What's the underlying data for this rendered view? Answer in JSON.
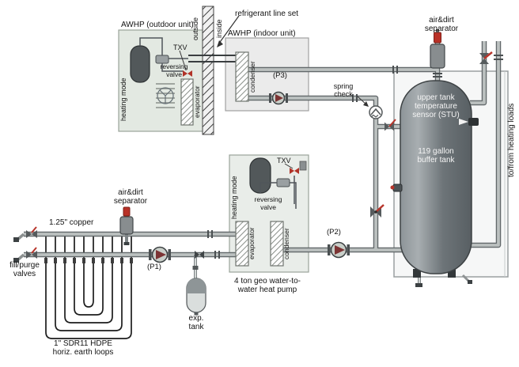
{
  "diagram": {
    "outdoor": {
      "title": "AWHP (outdoor unit)",
      "mode": "heating mode",
      "reversing_valve": "reversing valve",
      "txv": "TXV",
      "evaporator": "evaporator"
    },
    "wall": {
      "outside": "outside",
      "inside": "inside",
      "line_set": "refrigerant line set"
    },
    "indoor": {
      "title": "AWHP (indoor unit)",
      "condenser": "condenser",
      "pump": "(P3)"
    },
    "separator_top": {
      "label": "air&dirt separator"
    },
    "separator_loop": {
      "label": "air&dirt separator"
    },
    "spring_check": {
      "label": "spring check"
    },
    "tank": {
      "sensor_text": "upper tank temperature sensor (STU)",
      "capacity_text": "119 gallon buffer tank",
      "loads_label": "to/from heating loads"
    },
    "geo": {
      "title": "4 ton geo water-to-water heat pump",
      "mode": "heating mode",
      "reversing_valve": "reversing valve",
      "txv": "TXV",
      "evaporator": "evaporator",
      "condenser": "condenser",
      "pump": "(P2)"
    },
    "loop_field": {
      "pipe_label": "1.25\" copper",
      "pump": "(P1)",
      "fill_purge": "fill/purge valves",
      "exp_tank": "exp. tank",
      "loops_label": "1\" SDR11 HDPE horiz. earth loops"
    }
  },
  "colors": {
    "pipe": "#bcc1c0",
    "pipe_edge": "#62686a",
    "tank": "#6d7478",
    "accent_red": "#b8352b"
  }
}
